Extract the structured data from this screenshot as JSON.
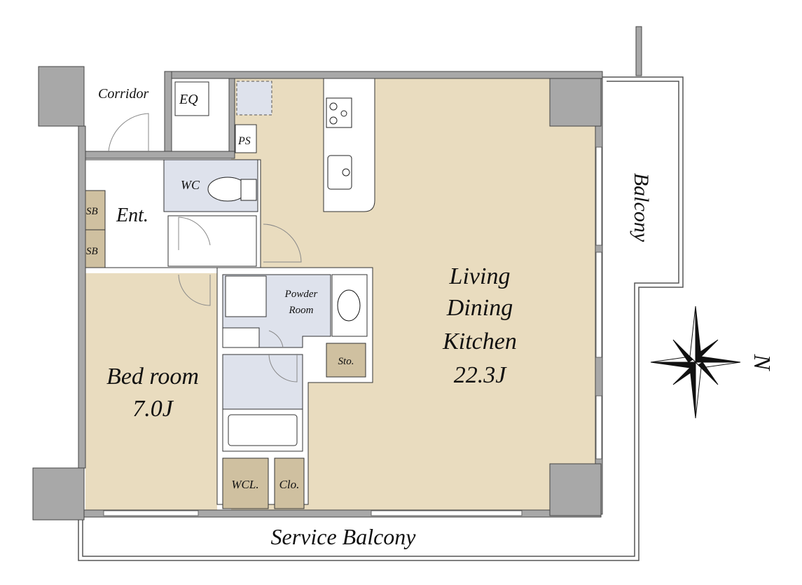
{
  "colors": {
    "floor": "#e9dcbf",
    "wet": "#dee2ec",
    "storage": "#cfc0a0",
    "wall": "#a8a8a8",
    "line": "#333333"
  },
  "rooms": {
    "corridor": "Corridor",
    "eq": "EQ",
    "ps": "PS",
    "wc": "WC",
    "entrance": "Ent.",
    "sb1": "SB",
    "sb2": "SB",
    "powder_line1": "Powder",
    "powder_line2": "Room",
    "storage": "Sto.",
    "wcl": "WCL.",
    "clo": "Clo.",
    "ldk_line1": "Living",
    "ldk_line2": "Dining",
    "ldk_line3": "Kitchen",
    "ldk_size": "22.3J",
    "bed_name": "Bed room",
    "bed_size": "7.0J",
    "balcony": "Balcony",
    "service_balcony": "Service Balcony"
  },
  "compass": {
    "north_label": "N"
  }
}
